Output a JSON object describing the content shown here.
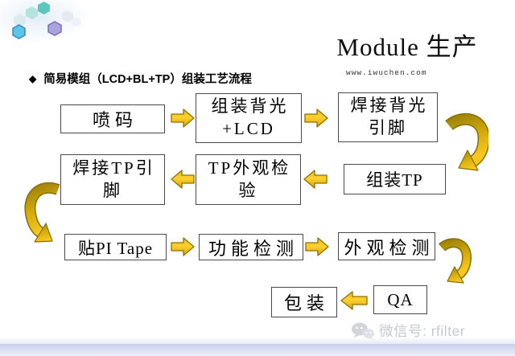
{
  "header": {
    "title": "Module 生产",
    "website": "www.iwuchen.com"
  },
  "heading": {
    "bullet": "◆",
    "text": "简易模组（LCD+BL+TP）组装工艺流程"
  },
  "flow": {
    "boxes": [
      {
        "id": "inkjet-coding",
        "label": "喷码"
      },
      {
        "id": "assemble-backlight-lcd",
        "label": "组装背光\n+LCD"
      },
      {
        "id": "solder-backlight-pins",
        "label": "焊接背光\n引脚"
      },
      {
        "id": "assemble-tp",
        "label": "组装TP"
      },
      {
        "id": "tp-visual-inspection",
        "label": "TP外观检\n验"
      },
      {
        "id": "solder-tp-pins",
        "label": "焊接TP引\n脚"
      },
      {
        "id": "apply-pi-tape",
        "label": "贴PI Tape"
      },
      {
        "id": "function-test",
        "label": "功能检测"
      },
      {
        "id": "visual-inspection",
        "label": "外观检测"
      },
      {
        "id": "qa",
        "label": "QA"
      },
      {
        "id": "packaging",
        "label": "包装"
      }
    ]
  },
  "watermark": {
    "icon": "wechat-icon",
    "label": "微信号: rfilter"
  },
  "colors": {
    "arrow_gold": "#F4C21B",
    "arrow_border": "#8F7100",
    "box_border": "#4A4A4A",
    "bottom_bar": "#C7CFE9",
    "hex_teal": "#5FC6BD",
    "hex_blue": "#5CC6E8",
    "hex_purple": "#AAA3DD",
    "watermark_gray": "#C6C8CF"
  }
}
